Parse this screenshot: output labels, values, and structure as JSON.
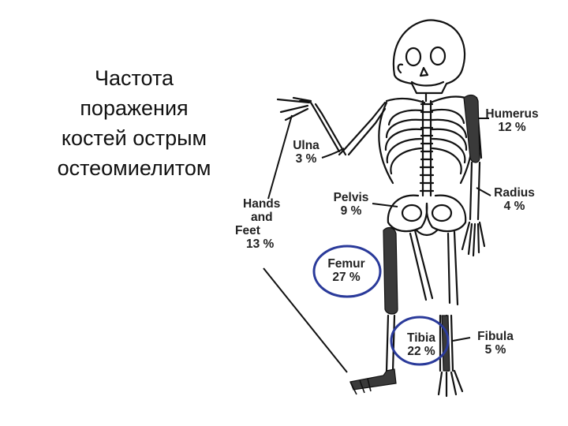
{
  "title_lines": [
    "Частота",
    "поражения",
    "костей острым",
    "остеомиелитом"
  ],
  "labels": {
    "humerus": {
      "name": "Humerus",
      "value": "12 %"
    },
    "ulna": {
      "name": "Ulna",
      "value": "3 %"
    },
    "radius": {
      "name": "Radius",
      "value": "4 %"
    },
    "pelvis": {
      "name": "Pelvis",
      "value": "9 %"
    },
    "hands_feet": {
      "name_lines": [
        "Hands",
        "and",
        "Feet"
      ],
      "value": "13 %"
    },
    "femur": {
      "name": "Femur",
      "value": "27 %"
    },
    "tibia": {
      "name": "Tibia",
      "value": "22 %"
    },
    "fibula": {
      "name": "Fibula",
      "value": "5 %"
    }
  },
  "colors": {
    "highlight_circle": "#2a3a9a",
    "affected_bone": "#333333",
    "outline": "#111111"
  }
}
